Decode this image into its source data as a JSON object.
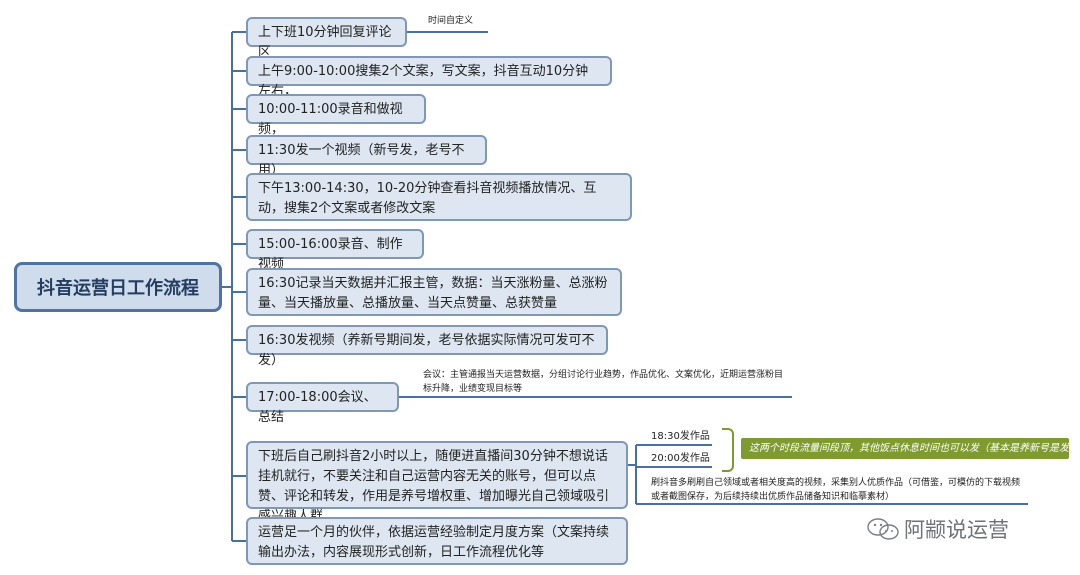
{
  "diagram": {
    "root": "抖音运营日工作流程",
    "branches": [
      {
        "id": "b1",
        "text": "上下班10分钟回复评论区"
      },
      {
        "id": "b2",
        "text": "上午9:00-10:00搜集2个文案，写文案，抖音互动10分钟左右，"
      },
      {
        "id": "b3",
        "text": "10:00-11:00录音和做视频，"
      },
      {
        "id": "b4",
        "text": "11:30发一个视频（新号发，老号不用）"
      },
      {
        "id": "b5",
        "text": "下午13:00-14:30，10-20分钟查看抖音视频播放情况、互动，搜集2个文案或者修改文案"
      },
      {
        "id": "b6",
        "text": "15:00-16:00录音、制作视频"
      },
      {
        "id": "b7",
        "text": "16:30记录当天数据并汇报主管，数据：当天涨粉量、总涨粉量、当天播放量、总播放量、当天点赞量、总获赞量"
      },
      {
        "id": "b8",
        "text": "16:30发视频（养新号期间发，老号依据实际情况可发可不发）"
      },
      {
        "id": "b9",
        "text": "17:00-18:00会议、总结"
      },
      {
        "id": "b10",
        "text": "下班后自己刷抖音2小时以上，随便进直播间30分钟不想说话挂机就行，不要关注和自己运营内容无关的账号，但可以点赞、评论和转发，作用是养号增权重、增加曝光自己领域吸引感兴趣人群"
      },
      {
        "id": "b11",
        "text": "运营足一个月的伙伴，依据运营经验制定月度方案（文案持续输出办法，内容展现形式创新，日工作流程优化等"
      }
    ],
    "notes": {
      "time_custom": "时间自定义",
      "meeting": "会议：主管通报当天运营数据，分组讨论行业趋势，作品优化、文案优化，近期运营涨粉目标升降，业绩变现目标等",
      "post_1830": "18:30发作品",
      "post_2000": "20:00发作品",
      "callout": "这两个时段流量间段顶，其他饭点休息时间也可以发（基本是养新号是发）",
      "browse": "刷抖音多刷刷自己领域或者相关度高的视频，采集别人优质作品（可借鉴，可模仿的下载视频或者截图保存，为后续持续出优质作品储备知识和临摹素材）"
    },
    "colors": {
      "node_fill": "#dde6f1",
      "node_border": "#7f98b6",
      "root_fill": "#cfdcec",
      "root_border": "#4f74a3",
      "connector": "#4a6fa5",
      "callout": "#7f9a2e"
    }
  },
  "watermark": {
    "text": "阿颛说运营",
    "icon": "wechat-icon"
  }
}
